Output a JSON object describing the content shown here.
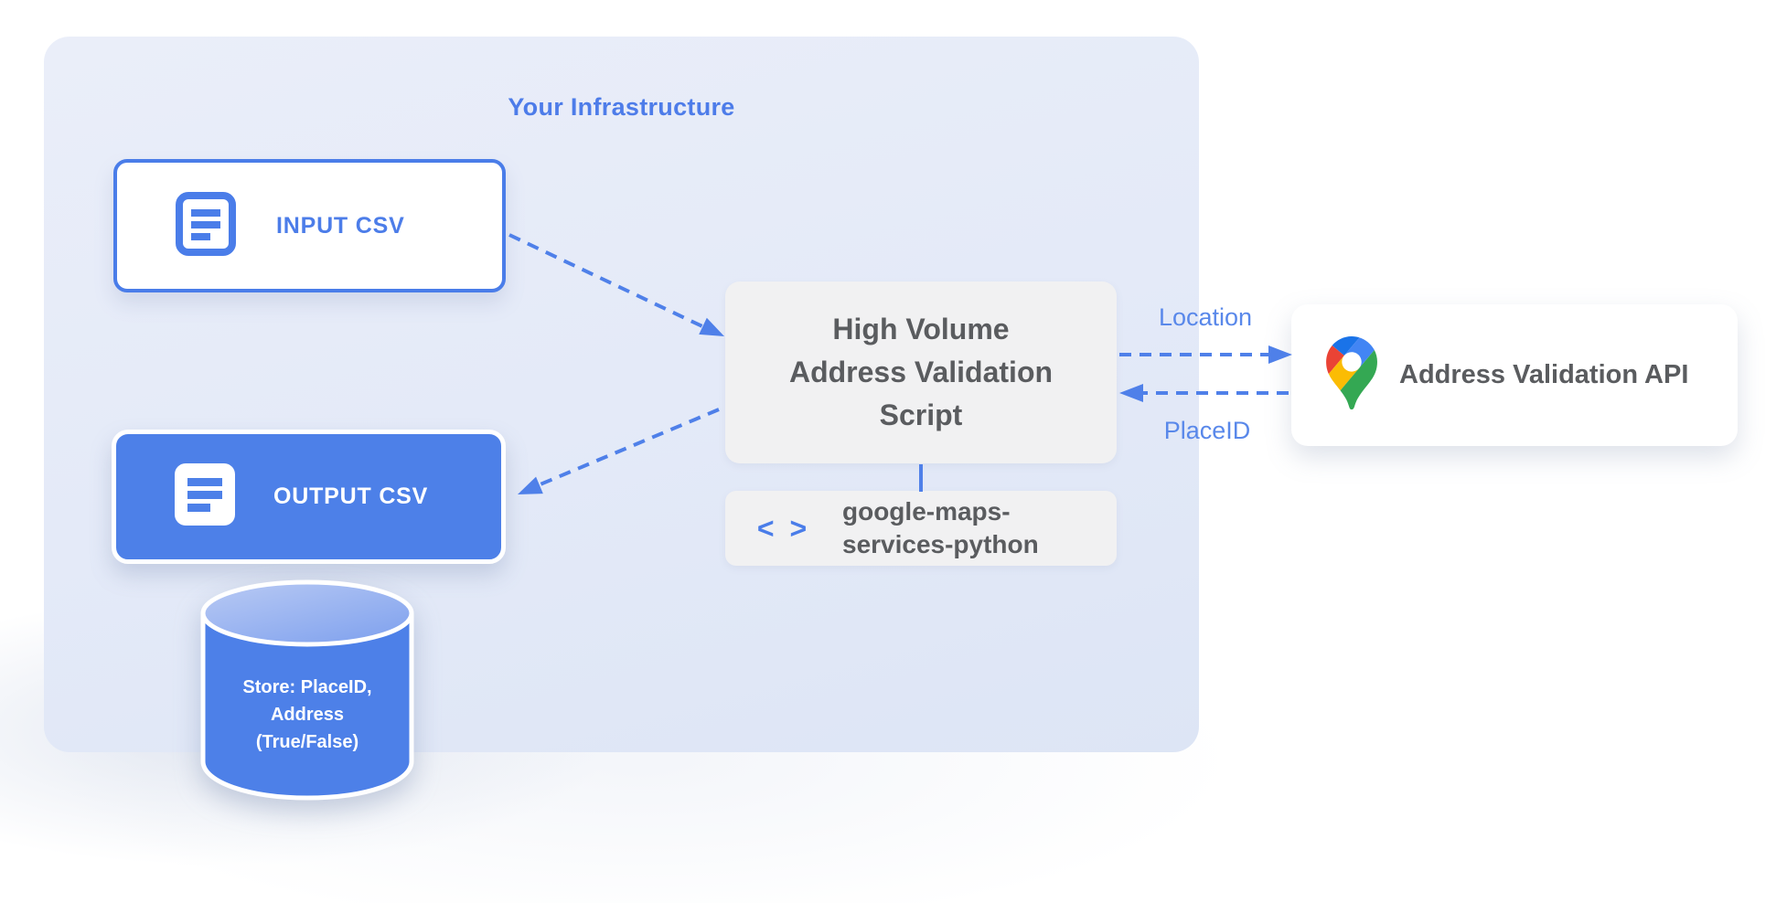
{
  "infrastructure": {
    "title": "Your Infrastructure"
  },
  "nodes": {
    "input_csv": {
      "label": "INPUT CSV"
    },
    "output_csv": {
      "label": "OUTPUT CSV"
    },
    "script": {
      "label": "High Volume\nAddress Validation\nScript"
    },
    "library": {
      "label": "google-maps-\nservices-python",
      "icon_glyph": "< >"
    },
    "datastore": {
      "label": "Store: PlaceID,\nAddress\n(True/False)"
    },
    "api": {
      "label": "Address Validation API"
    }
  },
  "edges": {
    "location_label": "Location",
    "placeid_label": "PlaceID"
  },
  "icons": {
    "document_icon": "lined-document",
    "code_icon": "angle-brackets",
    "maps_pin_icon": "google-maps-pin"
  },
  "colors": {
    "accent_blue": "#4a7de9",
    "fill_blue": "#4d80e8",
    "panel_background": "#e4eaf8",
    "gray_box": "#f1f1f2",
    "gray_text": "#5a5c5f",
    "edge_label_blue": "#5988ea",
    "cylinder_top_light": "#b6c8f4",
    "maps_pin": {
      "blue_dark": "#1a73e8",
      "red": "#ea4335",
      "blue": "#4285f4",
      "yellow": "#fbbc04",
      "green": "#34a853"
    }
  }
}
